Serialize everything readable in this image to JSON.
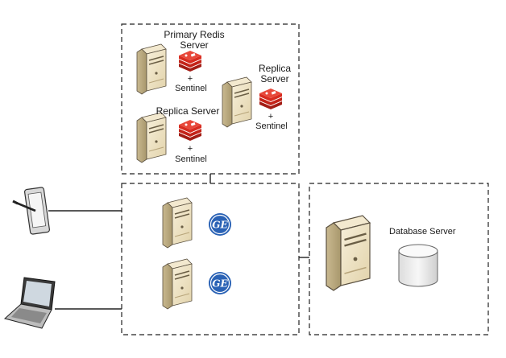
{
  "redis_cluster": {
    "primary_label_line1": "Primary Redis",
    "primary_label_line2": "Server",
    "replica_right_line1": "Replica",
    "replica_right_line2": "Server",
    "replica_left_label": "Replica Server",
    "plus": "+",
    "sentinel": "Sentinel"
  },
  "database": {
    "label": "Database Server"
  },
  "icons": {
    "server": "server-tower-icon",
    "redis": "redis-logo-icon",
    "ge": "ge-logo-icon",
    "tablet": "tablet-stylus-icon",
    "laptop": "laptop-icon",
    "database": "database-cylinder-icon"
  },
  "colors": {
    "server_body": "#efe2c2",
    "redis_red": "#d82c20",
    "ge_blue": "#2a62b5",
    "dashed_border": "#222222",
    "db_cylinder": "#f2f2f2"
  }
}
